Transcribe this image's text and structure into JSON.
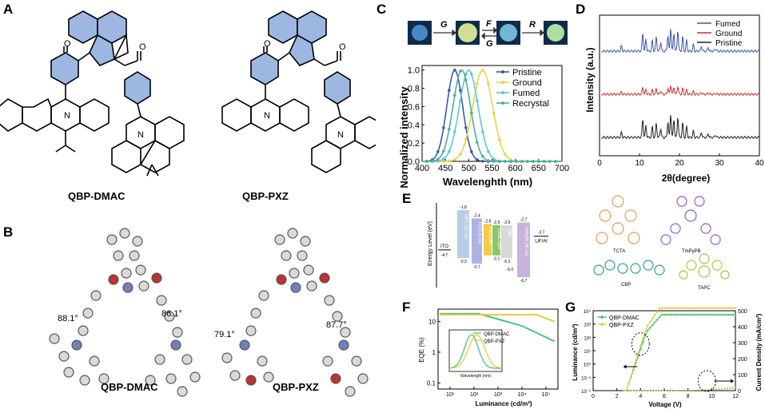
{
  "panels": {
    "A": "A",
    "B": "B",
    "C": "C",
    "D": "D",
    "E": "E",
    "F": "F",
    "G": "G"
  },
  "panelA": {
    "mol1": "QBP-DMAC",
    "mol2": "QBP-PXZ",
    "atoms": {
      "O": "O",
      "N": "N"
    }
  },
  "panelB": {
    "mol1": "QBP-DMAC",
    "mol2": "QBP-PXZ",
    "angles": [
      "88.1°",
      "86.1°",
      "79.1°",
      "87.7°"
    ]
  },
  "panelC": {
    "arrows": {
      "top_left": "G",
      "top_mid": "F",
      "bottom_mid": "G",
      "top_right": "R"
    },
    "chart_data": {
      "type": "line",
      "xlabel": "Wavelenghth (nm)",
      "ylabel": "Normalized intensity",
      "xlim": [
        400,
        700
      ],
      "ylim": [
        0,
        1.05
      ],
      "xticks": [
        "400",
        "450",
        "500",
        "550",
        "600",
        "650",
        "700"
      ],
      "yticks": [
        "0.0",
        "0.2",
        "0.4",
        "0.6",
        "0.8",
        "1.0"
      ],
      "legend_position": "top-right",
      "series": [
        {
          "name": "Pristine",
          "color": "#3c5aa0",
          "peak": 470,
          "width": 40
        },
        {
          "name": "Ground",
          "color": "#e6d44a",
          "peak": 530,
          "width": 50
        },
        {
          "name": "Fumed",
          "color": "#5fc8d4",
          "peak": 500,
          "width": 47
        },
        {
          "name": "Recrystal",
          "color": "#4fae9a",
          "peak": 485,
          "width": 44
        }
      ]
    }
  },
  "panelD": {
    "chart_data": {
      "type": "line",
      "xlabel": "2θ(degree)",
      "ylabel": "Intensity (a.u.)",
      "xlim": [
        0,
        40
      ],
      "xticks": [
        "0",
        "10",
        "20",
        "30",
        "40"
      ],
      "legend_position": "top-right",
      "series": [
        {
          "name": "Fumed",
          "color": "#3b57a3"
        },
        {
          "name": "Ground",
          "color": "#c43030"
        },
        {
          "name": "Pristine",
          "color": "#222222"
        }
      ]
    }
  },
  "panelE": {
    "ylabel": "Energy Level (eV)",
    "ito": {
      "label": "ITO",
      "value": "-4.7"
    },
    "lif": {
      "label": "LiF/Al",
      "value": "-3.7"
    },
    "layers": [
      {
        "name": "TAPC (30 nm)",
        "top": "-1.8",
        "bottom": "-5.3",
        "color": "#b8cde8"
      },
      {
        "name": "TCTA (5 nm)",
        "top": "-2.4",
        "bottom": "-5.7",
        "color": "#b0b2e6"
      },
      {
        "name": "PXZ-QBP",
        "top": "-2.8",
        "bottom": "",
        "color": "#f1cb4b"
      },
      {
        "name": "DMAC-QBP",
        "top": "-2.9",
        "bottom": "-5.1",
        "color": "#8ac968"
      },
      {
        "name": "CBP",
        "top": "-2.9",
        "bottom": "-5.3",
        "color": "#d8d8d8"
      },
      {
        "name": "TmPyPB (45 nm)",
        "top": "-2.7",
        "bottom": "-6.7",
        "color": "#c7b3db"
      },
      {
        "name": "",
        "top": "",
        "bottom": "-6.0",
        "color": "#ffffff"
      }
    ],
    "molecules": [
      "TCTA",
      "TmPyPB",
      "CBP",
      "TAPC"
    ]
  },
  "panelF": {
    "chart_data": {
      "type": "line",
      "xlabel": "Luminance (cd/m²)",
      "ylabel": "EQE (%)",
      "yticks": [
        "0.1",
        "1",
        "10"
      ],
      "xticks": [
        "10¹",
        "10²",
        "10³",
        "10⁴",
        "10⁵"
      ],
      "legend_position": "center",
      "series": [
        {
          "name": "QBP-DMAC",
          "color": "#3fbf6f"
        },
        {
          "name": "QBP-PXZ",
          "color": "#e8c53a"
        }
      ],
      "inset": {
        "xlabel": "Wavelength (nm)"
      }
    }
  },
  "panelG": {
    "chart_data": {
      "type": "line",
      "xlabel": "Voltage (V)",
      "ylabel": "Luminance (cd/m²)",
      "y2label": "Current Density (mA/cm²)",
      "xticks": [
        "0",
        "2",
        "4",
        "6",
        "8",
        "10",
        "12"
      ],
      "yticks": [
        "10⁻²",
        "10⁻¹",
        "10⁰",
        "10¹",
        "10²",
        "10³",
        "10⁴"
      ],
      "y2ticks": [
        "0",
        "100",
        "200",
        "300",
        "400",
        "500"
      ],
      "legend_position": "top-left",
      "series": [
        {
          "name": "QBP-DMAC",
          "color": "#3fbf6f"
        },
        {
          "name": "QBP-PXZ",
          "color": "#e8c53a"
        }
      ]
    }
  }
}
